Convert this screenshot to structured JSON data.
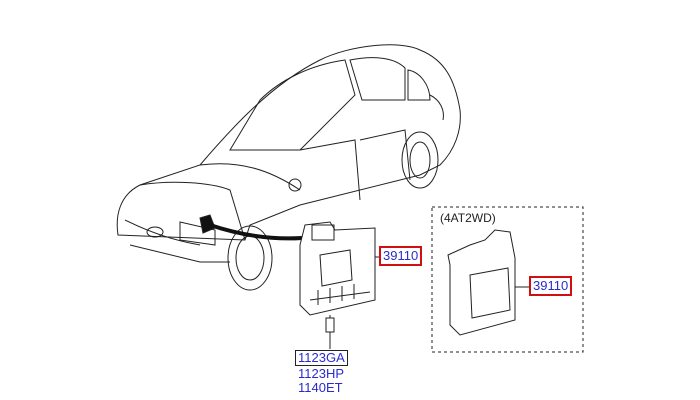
{
  "diagram": {
    "variant_label": "(4AT2WD)",
    "parts": [
      {
        "number": "39110",
        "highlighted": true
      },
      {
        "number": "39110",
        "highlighted": true
      }
    ],
    "fasteners": [
      "1123GA",
      "1123HP",
      "1140ET"
    ],
    "colors": {
      "part_number": "#2a2ad0",
      "highlight": "#d01010",
      "line": "#222222"
    }
  }
}
